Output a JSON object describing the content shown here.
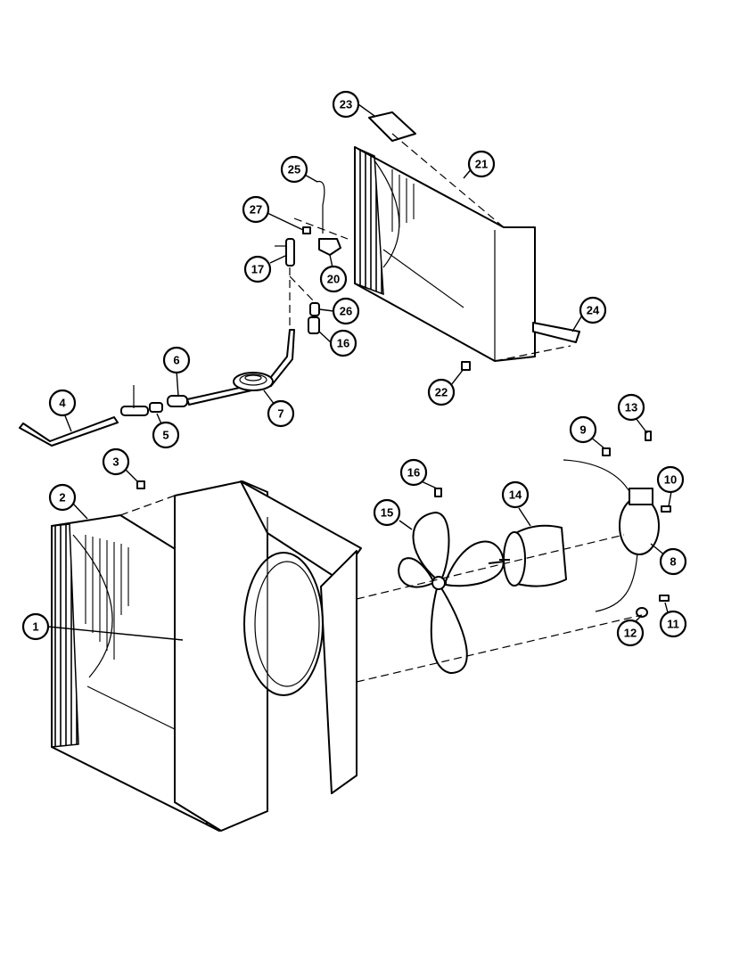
{
  "diagram": {
    "callouts": [
      {
        "id": "c1",
        "label": "1"
      },
      {
        "id": "c2",
        "label": "2"
      },
      {
        "id": "c3",
        "label": "3"
      },
      {
        "id": "c4",
        "label": "4"
      },
      {
        "id": "c5",
        "label": "5"
      },
      {
        "id": "c6",
        "label": "6"
      },
      {
        "id": "c7",
        "label": "7"
      },
      {
        "id": "c8",
        "label": "8"
      },
      {
        "id": "c9",
        "label": "9"
      },
      {
        "id": "c10",
        "label": "10"
      },
      {
        "id": "c11",
        "label": "11"
      },
      {
        "id": "c12",
        "label": "12"
      },
      {
        "id": "c13",
        "label": "13"
      },
      {
        "id": "c14",
        "label": "14"
      },
      {
        "id": "c15",
        "label": "15"
      },
      {
        "id": "c16a",
        "label": "16"
      },
      {
        "id": "c16b",
        "label": "16"
      },
      {
        "id": "c17",
        "label": "17"
      },
      {
        "id": "c20",
        "label": "20"
      },
      {
        "id": "c21",
        "label": "21"
      },
      {
        "id": "c22",
        "label": "22"
      },
      {
        "id": "c23",
        "label": "23"
      },
      {
        "id": "c24",
        "label": "24"
      },
      {
        "id": "c25",
        "label": "25"
      },
      {
        "id": "c26",
        "label": "26"
      },
      {
        "id": "c27",
        "label": "27"
      }
    ]
  }
}
